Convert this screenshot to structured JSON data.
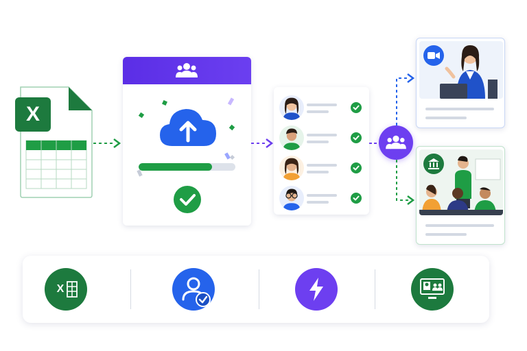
{
  "colors": {
    "excel_green": "#1d7a3e",
    "upload_purple": "#5b2ee6",
    "progress_green": "#1f9d45",
    "cloud_blue": "#2563eb",
    "check_green": "#1f9d45",
    "hub_purple": "#6d3ff0",
    "online_blue": "#2563eb",
    "classroom_green": "#1d7a3e"
  },
  "excel_file": {
    "letter": "X",
    "icon": "excel-icon"
  },
  "upload_card": {
    "header_icon": "people-group-icon",
    "cloud_icon": "cloud-upload-icon",
    "progress": 0.76,
    "status_icon": "check-circle-icon"
  },
  "roster": {
    "rows": [
      {
        "avatar": "avatar-woman-icon",
        "status_icon": "check-circle-icon"
      },
      {
        "avatar": "avatar-man-icon",
        "status_icon": "check-circle-icon"
      },
      {
        "avatar": "avatar-woman-icon",
        "status_icon": "check-circle-icon"
      },
      {
        "avatar": "avatar-man-glasses-icon",
        "status_icon": "check-circle-icon"
      }
    ]
  },
  "hub": {
    "icon": "people-group-icon"
  },
  "destinations": {
    "online": {
      "badge_icon": "video-camera-icon",
      "scene": "online-teacher-icon"
    },
    "classroom": {
      "badge_icon": "school-building-icon",
      "scene": "classroom-icon"
    }
  },
  "bottom_steps": [
    {
      "icon": "excel-spreadsheet-icon",
      "letter": "X"
    },
    {
      "icon": "user-verified-icon"
    },
    {
      "icon": "lightning-icon"
    },
    {
      "icon": "virtual-classroom-icon"
    }
  ]
}
